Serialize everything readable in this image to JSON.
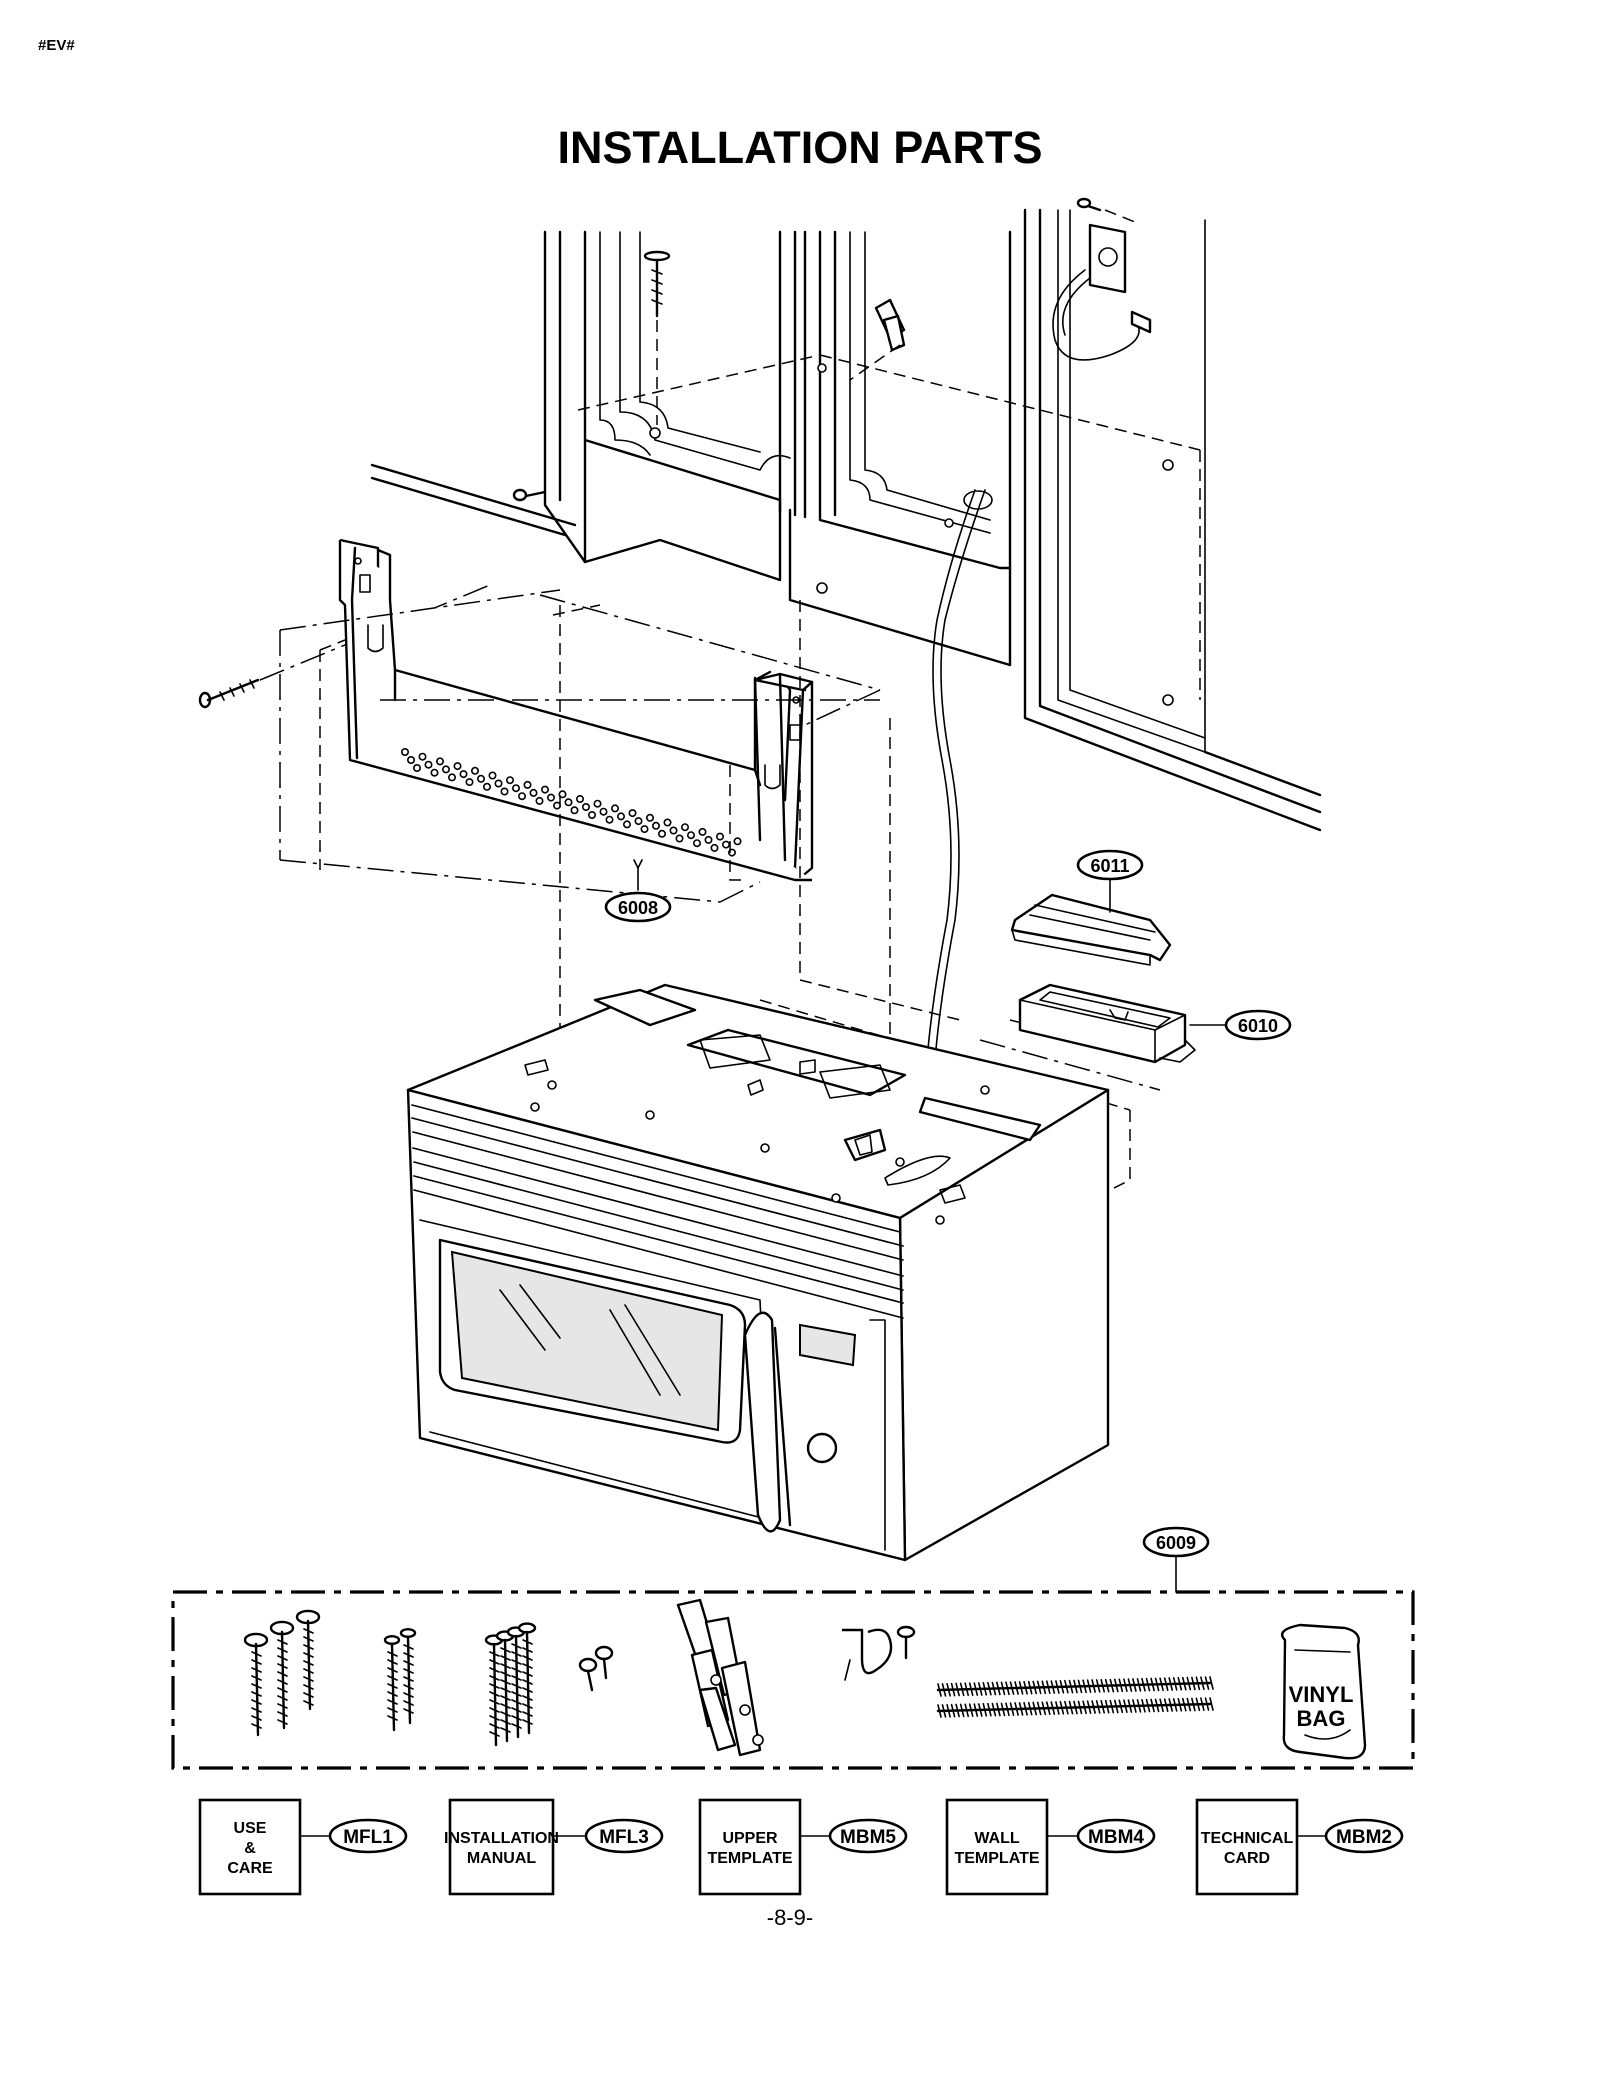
{
  "header": {
    "code": "#EV#",
    "title": "INSTALLATION PARTS"
  },
  "callouts": {
    "bracket": "6008",
    "kit": "6009",
    "duct_base": "6010",
    "duct_cover": "6011"
  },
  "kit": {
    "bag_line1": "VINYL",
    "bag_line2": "BAG"
  },
  "documents": [
    {
      "lines": [
        "USE",
        "&",
        "CARE"
      ],
      "code": "MFL1"
    },
    {
      "lines": [
        "INSTALLATION",
        "MANUAL"
      ],
      "code": "MFL3"
    },
    {
      "lines": [
        "UPPER",
        "TEMPLATE"
      ],
      "code": "MBM5"
    },
    {
      "lines": [
        "WALL",
        "TEMPLATE"
      ],
      "code": "MBM4"
    },
    {
      "lines": [
        "TECHNICAL",
        "CARD"
      ],
      "code": "MBM2"
    }
  ],
  "footer": {
    "page": "-8-9-"
  }
}
